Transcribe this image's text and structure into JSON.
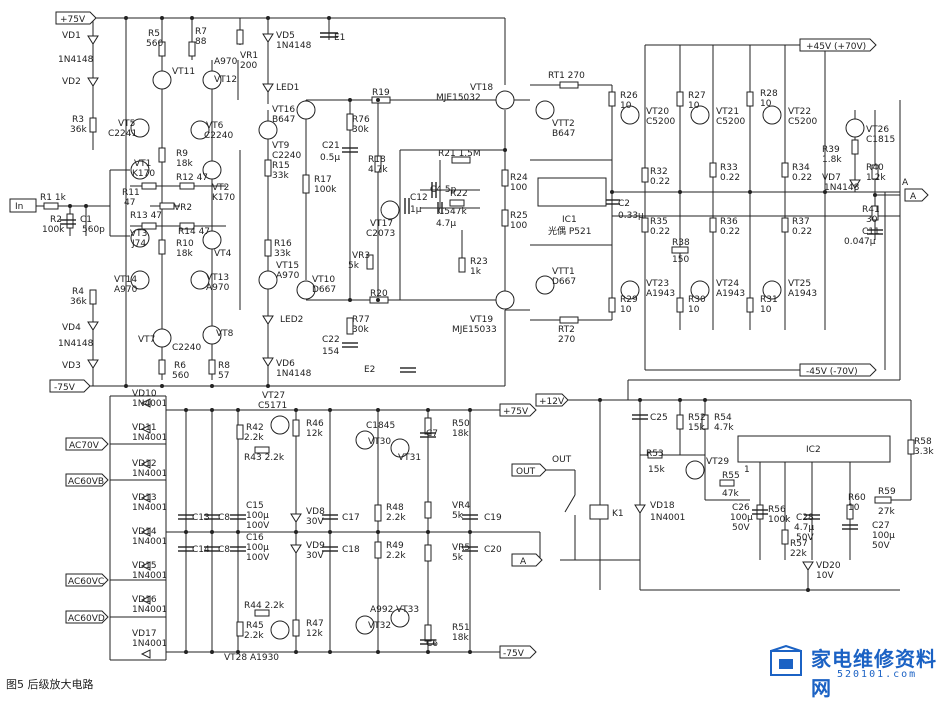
{
  "caption": "图5 后级放大电路",
  "watermark": {
    "main": "家电维修资料网",
    "sub": "520101.com"
  },
  "ports": {
    "in": "In",
    "p75_top": "+75V",
    "n75_left": "-75V",
    "p45": "+45V (+70V)",
    "n45": "-45V (-70V)",
    "a_out1": "A",
    "a_out2": "A",
    "a_in": "A",
    "p75_mid": "+75V",
    "n75_bot": "-75V",
    "p12": "+12V",
    "out": "OUT",
    "ac70": "AC70V",
    "ac60b": "AC60VB",
    "ac60c": "AC60VC",
    "ac60d": "AC60VD"
  },
  "labels": {
    "vd1": "VD1",
    "d1n4148_1": "1N4148",
    "vd2": "VD2",
    "r3": "R3",
    "r3v": "36k",
    "r5": "R5",
    "r5v": "560",
    "r7": "R7",
    "r7v": "88",
    "vr1": "VR1",
    "vr1v": "200",
    "vt11": "VT11",
    "vt12": "VT12",
    "a970a": "A970",
    "vd5": "VD5",
    "d1n4148_5": "1N4148",
    "e1": "E1",
    "led1": "LED1",
    "vt5": "VT5",
    "c2241": "C2241",
    "vt6": "VT6",
    "c2240a": "C2240",
    "vt16": "VT16",
    "b647a": "B647",
    "r19": "R19",
    "vt18": "VT18",
    "mje15032": "MJE15032",
    "rt1": "RT1 270",
    "vtt2": "VTT2",
    "b647b": "B647",
    "r26": "R26",
    "r26v": "10",
    "r27": "R27",
    "r27v": "10",
    "r28": "R28",
    "r28v": "10",
    "vt20": "VT20",
    "c5200a": "C5200",
    "vt21": "VT21",
    "c5200b": "C5200",
    "vt22": "VT22",
    "c5200c": "C5200",
    "vt26": "VT26",
    "c1815": "C1815",
    "r39": "R39",
    "r39v": "1.8k",
    "r40": "R40",
    "r40v": "1.2k",
    "vd7": "VD7",
    "d1n4148_7": "1N4148",
    "r9": "R9",
    "r9v": "18k",
    "vt1": "VT1",
    "k170a": "K170",
    "vt9": "VT9",
    "c2240b": "C2240",
    "r76": "R76",
    "r76v": "30k",
    "c21": "C21",
    "c21v": "0.5µ",
    "r15": "R15",
    "r15v": "33k",
    "r18": "R18",
    "r18v": "4.7k",
    "r17": "R17",
    "r17v": "100k",
    "r21": "R21 1.5M",
    "r24": "R24",
    "r24v": "100",
    "r25": "R25",
    "r25v": "100",
    "c2": "C2",
    "c2v": "0.33µ",
    "r32": "R32",
    "r32v": "0.22",
    "r33": "R33",
    "r33v": "0.22",
    "r34": "R34",
    "r34v": "0.22",
    "r41": "R41",
    "r41v": "30",
    "c11": "C11",
    "c11v": "0.047µ",
    "r1": "R1 1k",
    "r2": "R2",
    "r2v": "100k",
    "c1": "C1",
    "c1v": "560p",
    "r11": "R11",
    "r11v": "47",
    "r12": "R12 47",
    "vt2": "VT2",
    "k170b": "K170",
    "vr2": "VR2",
    "r13": "R13 47",
    "r14": "R14 47",
    "vt3": "VT3",
    "j74": "J74",
    "r10": "R10",
    "r10v": "18k",
    "vt4": "VT4",
    "c12": "C12",
    "c12v": "1µ",
    "c4": "C4 5p",
    "r22": "R22",
    "r22v": "47k",
    "c5": "C5",
    "c5v": "4.7µ",
    "vt17": "VT17",
    "c2073": "C2073",
    "ic1": "IC1",
    "ic1n": "光偶 P521",
    "r35": "R35",
    "r35v": "0.22",
    "r36": "R36",
    "r36v": "0.22",
    "r37": "R37",
    "r37v": "0.22",
    "r38": "R38",
    "r38v": "150",
    "r16": "R16",
    "r16v": "33k",
    "vt15": "VT15",
    "a970b": "A970",
    "vr3": "VR3",
    "vr3v": "5k",
    "r23": "R23",
    "r23v": "1k",
    "vt10": "VT10",
    "d667a": "D667",
    "vtt1": "VTT1",
    "d667b": "D667",
    "vt23": "VT23",
    "a1943a": "A1943",
    "vt24": "VT24",
    "a1943b": "A1943",
    "vt25": "VT25",
    "a1943c": "A1943",
    "r4": "R4",
    "r4v": "36k",
    "vt14": "VT14",
    "a970c": "A970",
    "vt13": "VT13",
    "a970d": "A970",
    "r20": "R20",
    "r77": "R77",
    "r77v": "30k",
    "vt19": "VT19",
    "mje15033": "MJE15033",
    "rt2": "RT2",
    "rt2v": "270",
    "r29": "R29",
    "r29v": "10",
    "r30": "R30",
    "r30v": "10",
    "r31": "R31",
    "r31v": "10",
    "led2": "LED2",
    "c22": "C22",
    "c22v": "154",
    "vd4": "VD4",
    "d1n4148_4": "1N4148",
    "vd3": "VD3",
    "vt7": "VT7",
    "c2240c": "C2240",
    "vt8": "VT8",
    "r6": "R6",
    "r6v": "560",
    "r8": "R8",
    "r8v": "57",
    "vd6": "VD6",
    "d1n4148_6": "1N4148",
    "e2": "E2",
    "vd10": "VD10",
    "n4001_10": "1N4001",
    "vd11": "VD11",
    "n4001_11": "1N4001",
    "vd12": "VD12",
    "n4001_12": "1N4001",
    "vd13": "VD13",
    "n4001_13": "1N4001",
    "vd14": "VD14",
    "n4001_14": "1N4001",
    "vd15": "VD15",
    "n4001_15": "1N4001",
    "vd16": "VD16",
    "n4001_16": "1N4001",
    "vd17": "VD17",
    "n4001_17": "1N4001",
    "vt27": "VT27",
    "c5171": "C5171",
    "r42": "R42",
    "r42v": "2.2k",
    "r43": "R43 2.2k",
    "r46": "R46",
    "r46v": "12k",
    "c1845": "C1845",
    "vt30": "VT30",
    "c7": "C7",
    "vt31": "VT31",
    "r50": "R50",
    "r50v": "18k",
    "c13": "C13",
    "c8a": "C8",
    "c15": "C15",
    "c15v1": "100µ",
    "c15v2": "100V",
    "vd8": "VD8",
    "vd8v": "30V",
    "c17": "C17",
    "r48": "R48",
    "r48v": "2.2k",
    "vr4": "VR4",
    "vr4v": "5k",
    "c19": "C19",
    "c14": "C14",
    "c8b": "C8",
    "c16": "C16",
    "c16v1": "100µ",
    "c16v2": "100V",
    "vd9": "VD9",
    "vd9v": "30V",
    "c18": "C18",
    "r49": "R49",
    "r49v": "2.2k",
    "vr5": "VR5",
    "vr5v": "5k",
    "c20": "C20",
    "r44": "R44 2.2k",
    "r45": "R45",
    "r45v": "2.2k",
    "r47": "R47",
    "r47v": "12k",
    "a992": "A992",
    "vt33": "VT33",
    "vt32": "VT32",
    "c6": "C6",
    "r51": "R51",
    "r51v": "18k",
    "vt28": "VT28 A1930",
    "c25": "C25",
    "r52": "R52",
    "r52v": "15k",
    "r54": "R54",
    "r54v": "4.7k",
    "r53": "R53",
    "r53v": "15k",
    "vt29": "VT29",
    "ic2": "IC2",
    "r58": "R58",
    "r58v": "3.3k",
    "pin1": "1",
    "r55": "R55",
    "r55v": "47k",
    "k1": "K1",
    "vd18": "VD18",
    "n4001_18": "1N4001",
    "c26": "C26",
    "c26v1": "100µ",
    "c26v2": "50V",
    "r56": "R56",
    "r56v": "100k",
    "c28": "C28",
    "c28v1": "4.7µ",
    "c28v2": "50V",
    "r60": "R60",
    "r60v": "10",
    "r59": "R59",
    "r59v": "27k",
    "c27": "C27",
    "c27v1": "100µ",
    "c27v2": "50V",
    "r57": "R57",
    "r57v": "22k",
    "vd20": "VD20",
    "vd20v": "10V"
  }
}
